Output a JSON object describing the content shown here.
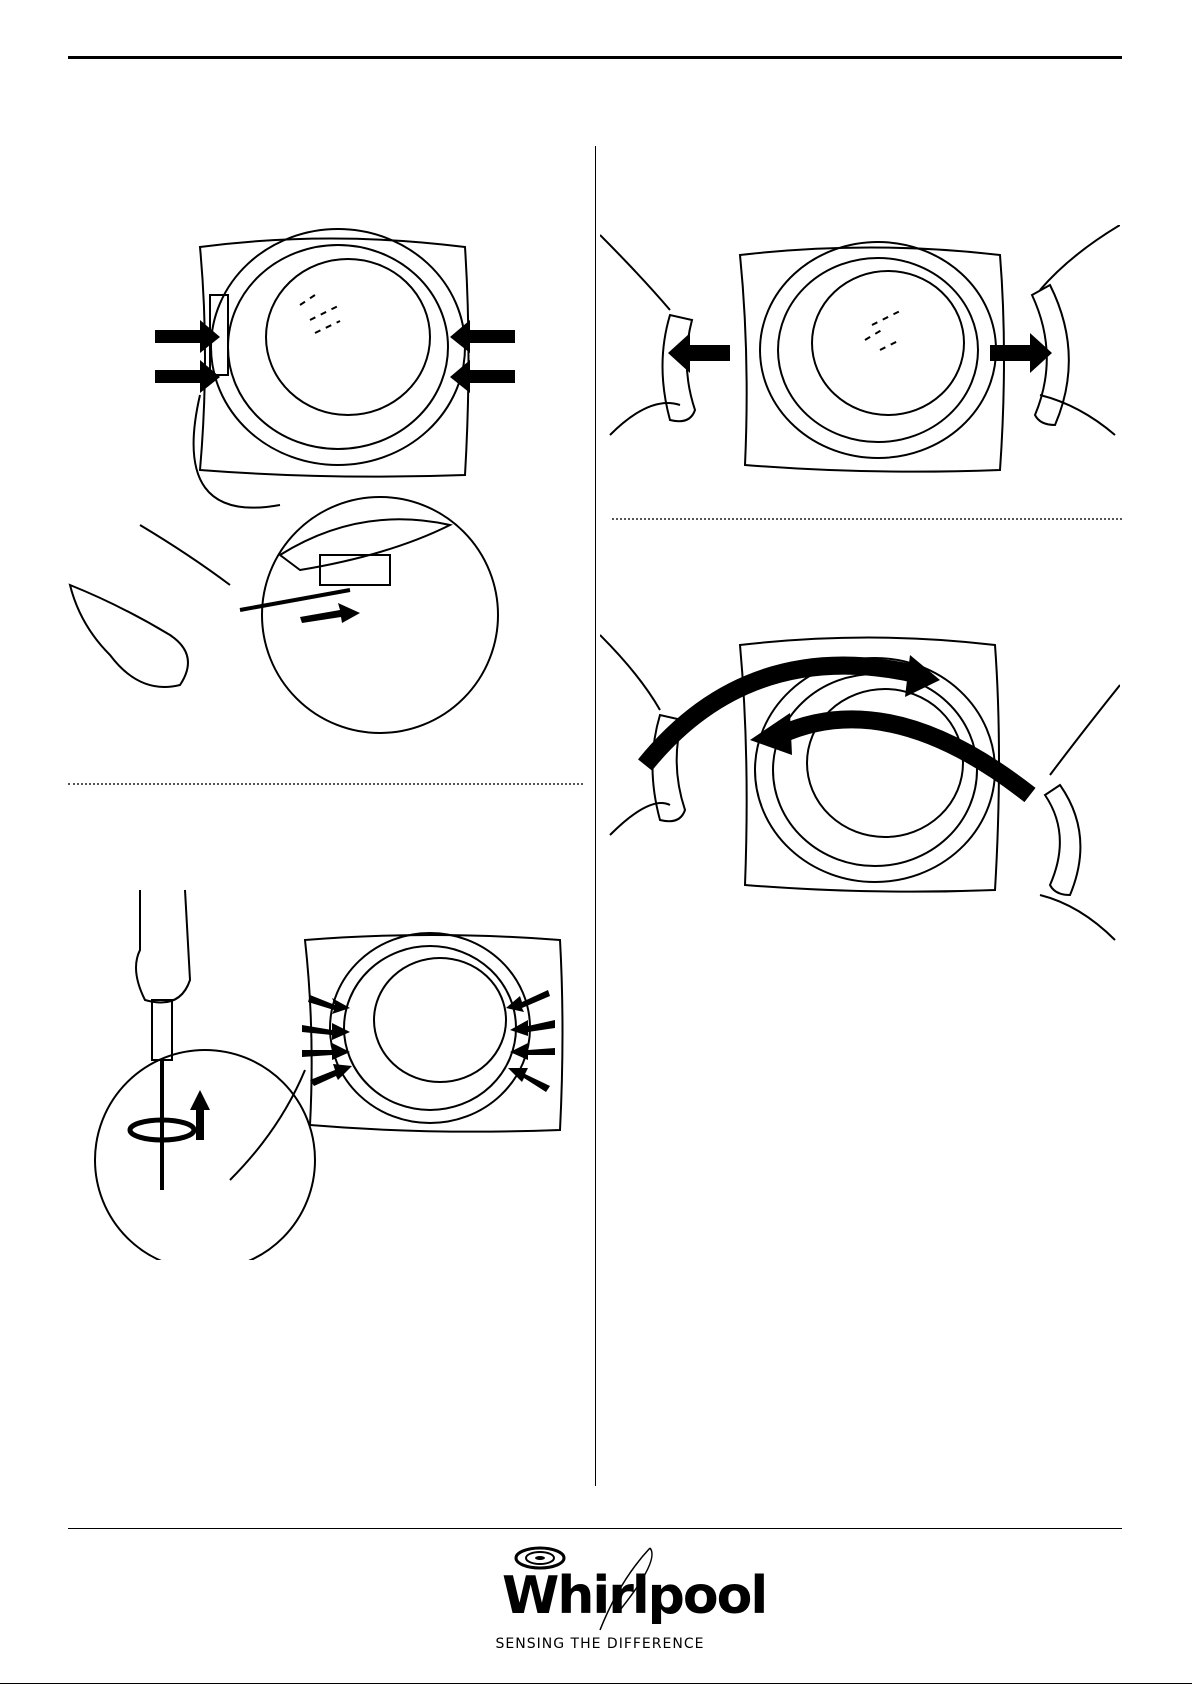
{
  "brand": {
    "name": "Whirlpool",
    "tagline": "SENSING THE DIFFERENCE"
  },
  "figures": [
    {
      "id": "remove-hinge-screws",
      "icon": "door-hinge-screw-removal-icon"
    },
    {
      "id": "unscrew-door-frame",
      "icon": "screwdriver-frame-icon"
    },
    {
      "id": "separate-door-halves",
      "icon": "hands-separating-door-icon"
    },
    {
      "id": "swap-hinge-side",
      "icon": "hands-swapping-hinge-icon"
    }
  ]
}
